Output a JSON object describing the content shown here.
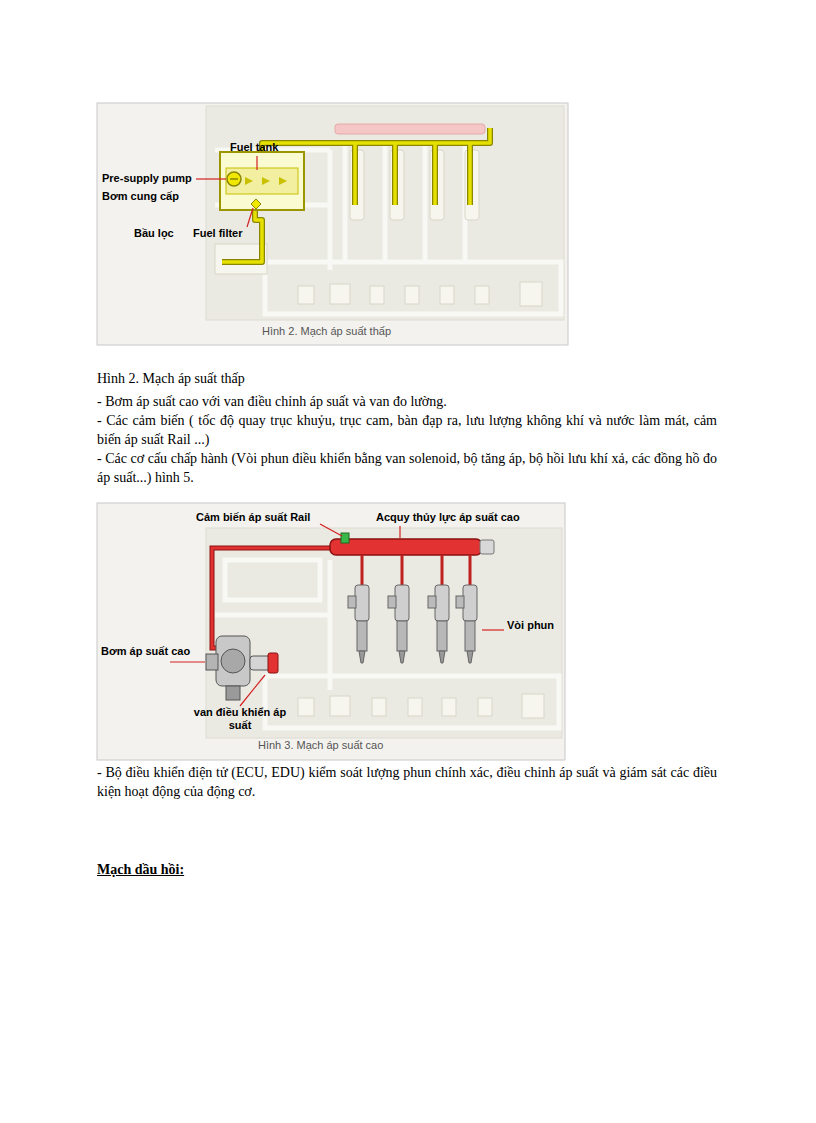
{
  "diagram": {
    "labels": [
      "Fuel tank",
      "Pre-supply pump",
      "Bơm cung cấp",
      "Bầu lọc",
      "Fuel filter",
      "Hình 2. Mạch áp suất thấp",
      "Hình  2. Mạch áp suất thấp",
      "- Bơm áp suất cao với van điều chỉnh áp suất và van đo lường.",
      "- Các cảm biến ( tốc độ quay trục khuỷu, trục cam, bàn đạp ra, lưu lượng không khí và nước làm mát, cảm biến áp suất Rail ...)",
      "- Các cơ cấu chấp hành (Vòi phun điều khiển bằng van solenoid, bộ tăng áp, bộ hồi lưu khí xả, các đồng hồ đo áp suất...) hình 5.",
      "Cảm biến áp suất Rail",
      "Acquy thủy lực áp suất cao",
      "Vòi phun",
      "Bơm áp suất cao",
      "van điều khiển áp suất",
      "Hình 3. Mạch áp suất cao",
      "- Bộ điều khiển điện tử (ECU, EDU) kiểm soát lượng phun chính xác, điều chỉnh áp suất và giám sát các điều kiện hoạt động của động cơ.",
      "Mạch dầu hồi:"
    ]
  }
}
